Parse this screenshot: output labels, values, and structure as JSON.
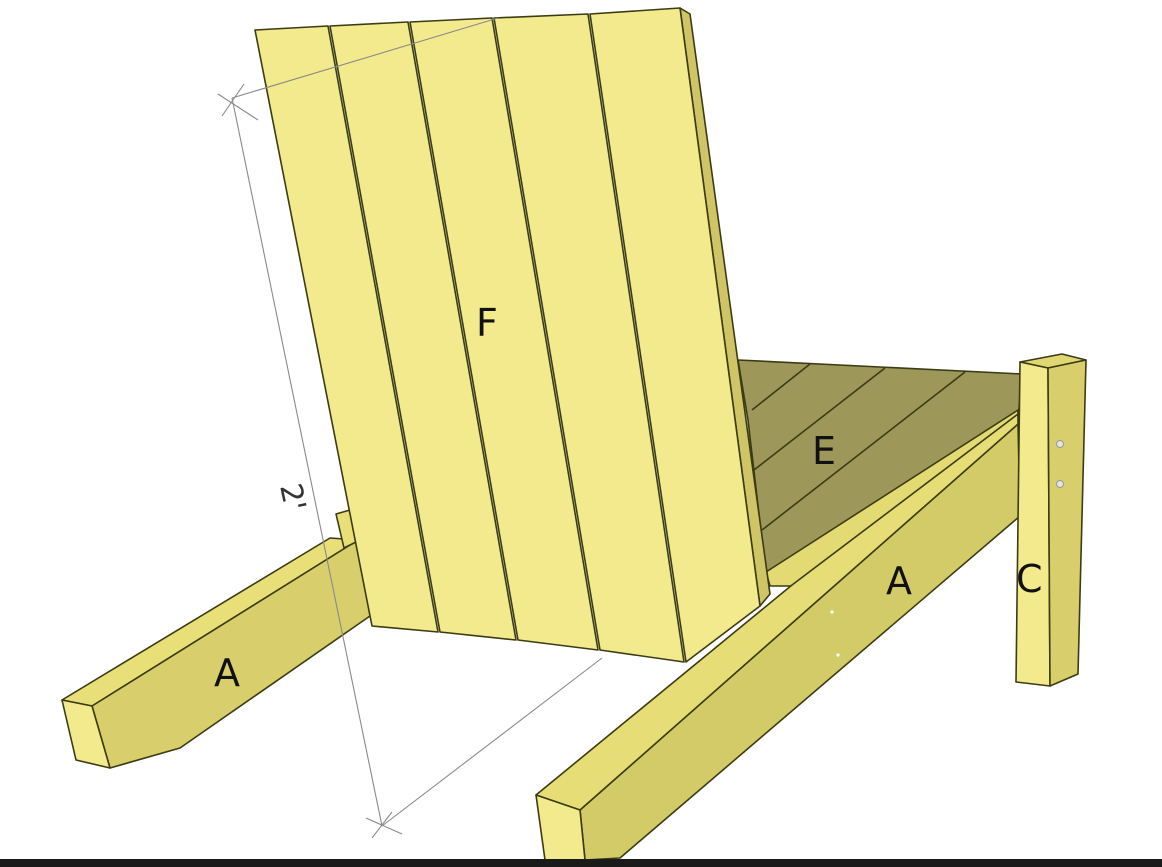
{
  "diagram": {
    "parts": {
      "back": "F",
      "seat": "E",
      "left_arm": "A",
      "right_arm": "A",
      "leg": "C"
    },
    "dimension": "2'"
  },
  "colors": {
    "wood_face": "#f2ea8c",
    "wood_side": "#d6cd6a",
    "wood_dark": "#a9a253",
    "seat_top": "#9d985a",
    "edge": "#3b3b14",
    "dimension_line": "#8a8a8a"
  }
}
